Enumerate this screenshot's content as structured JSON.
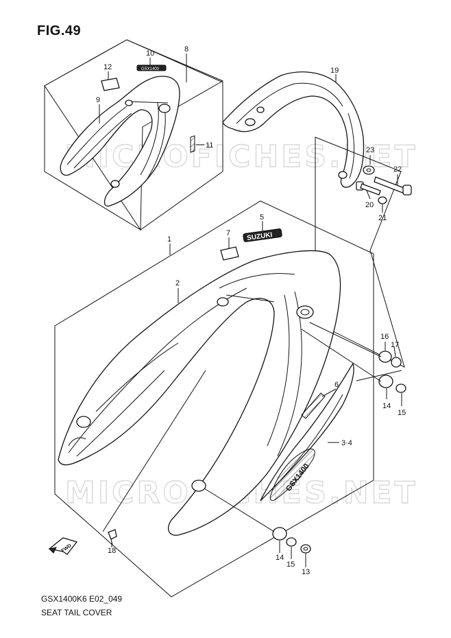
{
  "figure": {
    "title": "FIG.49",
    "model_code": "GSX1400K6 E02_049",
    "section_name": "SEAT TAIL COVER"
  },
  "watermark": "MICROFICHES.NET",
  "emblems": {
    "brand_emblem": "SUZUKI",
    "model_emblem": "GSX1400",
    "small_emblem": "GSX1400"
  },
  "fwd_arrow": "FWD",
  "callouts": {
    "p1": "1",
    "p2": "2",
    "p3_4": "3·4",
    "p5": "5",
    "p6": "6",
    "p7": "7",
    "p8": "8",
    "p9": "9",
    "p10": "10",
    "p11": "11",
    "p12": "12",
    "p13": "13",
    "p14a": "14",
    "p14b": "14",
    "p15a": "15",
    "p15b": "15",
    "p16": "16",
    "p17": "17",
    "p18": "18",
    "p19": "19",
    "p20": "20",
    "p21": "21",
    "p22": "22",
    "p23": "23"
  }
}
